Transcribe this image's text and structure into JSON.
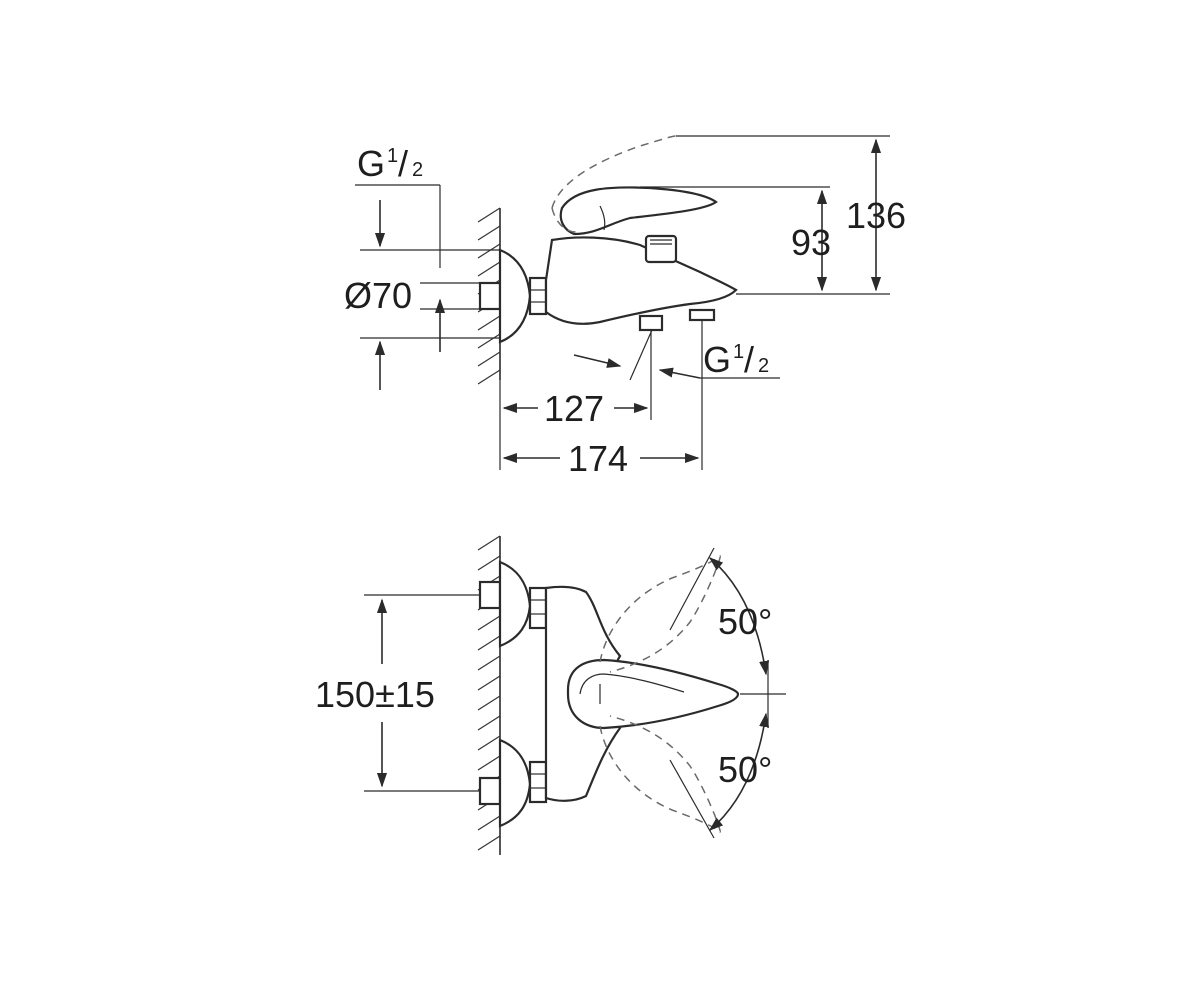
{
  "side_view": {
    "thread_top": {
      "base": "G",
      "num": "1",
      "den": "2"
    },
    "thread_bottom": {
      "base": "G",
      "num": "1",
      "den": "2"
    },
    "diameter": "Ø70",
    "height_total": "136",
    "height_spout": "93",
    "depth_outlet": "127",
    "depth_total": "174"
  },
  "front_view": {
    "centers": "150±15",
    "angle_up": "50°",
    "angle_down": "50°"
  }
}
